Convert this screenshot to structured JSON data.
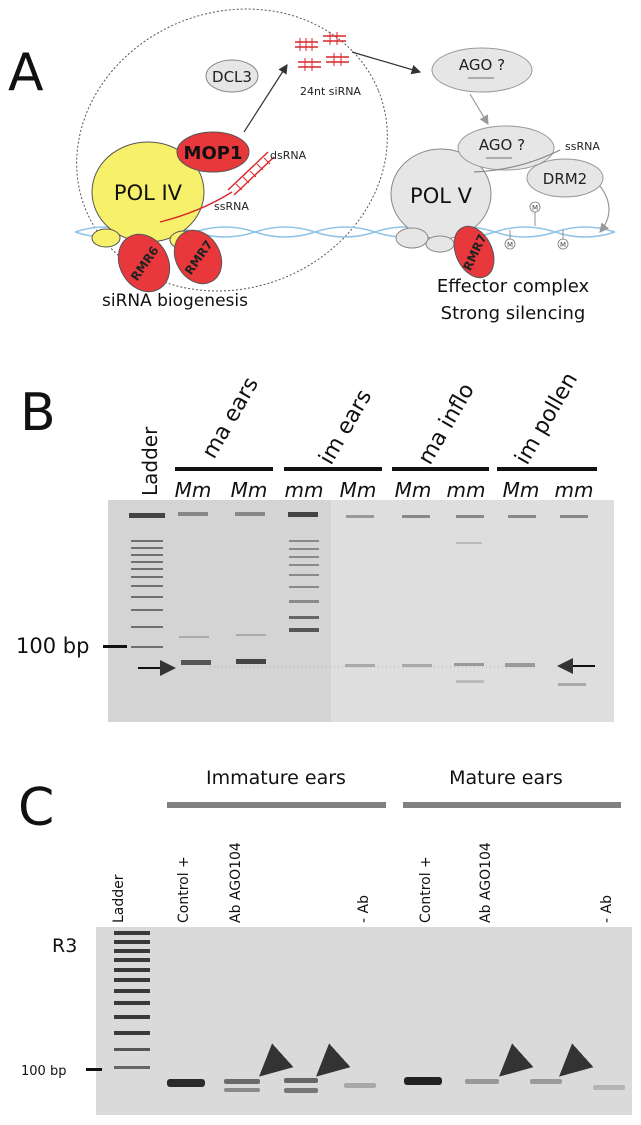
{
  "panel_a": {
    "letter": "A",
    "dcl3": "DCL3",
    "sirna_24nt": "24nt siRNA",
    "mop1": "MOP1",
    "dsrna": "dsRNA",
    "pol_iv": "POL IV",
    "ssrna_left": "ssRNA",
    "rmr6": "RMR6",
    "rmr7_left": "RMR7",
    "biogenesis_label": "siRNA biogenesis",
    "ago_top": "AGO ?",
    "ago_mid": "AGO ?",
    "ssrna_right": "ssRNA",
    "pol_v": "POL V",
    "drm2": "DRM2",
    "rmr7_right": "RMR7",
    "methyl_mark": "M",
    "effector_line1": "Effector complex",
    "effector_line2": "Strong silencing"
  },
  "panel_b": {
    "letter": "B",
    "ladder": "Ladder",
    "groups": [
      "ma ears",
      "im ears",
      "ma inflo",
      "im pollen"
    ],
    "genotypes": [
      "Mm",
      "Mm",
      "mm",
      "Mm",
      "Mm",
      "mm",
      "Mm",
      "mm"
    ],
    "size_marker": "100 bp"
  },
  "panel_c": {
    "letter": "C",
    "group_immature": "Immature ears",
    "group_mature": "Mature ears",
    "ladder": "Ladder",
    "lanes": [
      "Control +",
      "Ab AGO104",
      "- Ab",
      "Control +",
      "Ab AGO104",
      "- Ab"
    ],
    "row_label": "R3",
    "size_marker": "100 bp"
  },
  "colors": {
    "red_protein": "#e8383c",
    "yellow_pol": "#f7f06a",
    "grey_protein": "#e6e6e6",
    "gel_bg": "#dadada",
    "dna_blue": "#8fc4e8"
  }
}
